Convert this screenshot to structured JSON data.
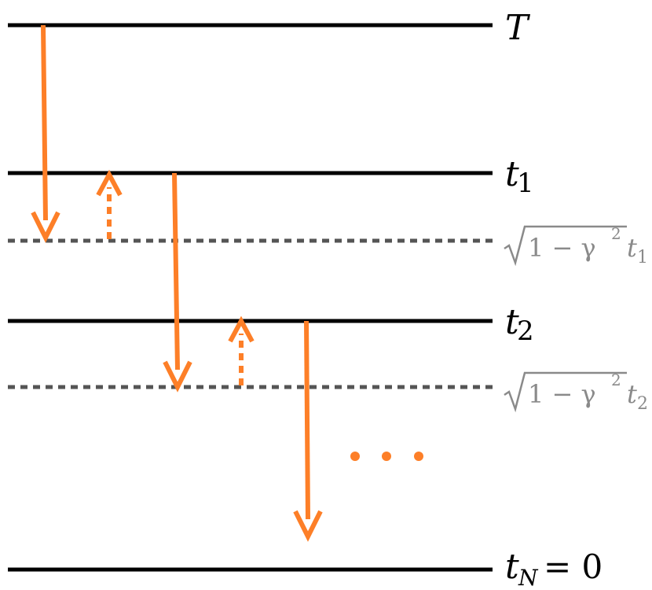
{
  "levels": {
    "T": {
      "label": "T"
    },
    "t1": {
      "base": "t",
      "sub": "1"
    },
    "t2": {
      "base": "t",
      "sub": "2"
    },
    "tN": {
      "base": "t",
      "sub": "N",
      "equals": "= 0"
    }
  },
  "intermediate_levels": {
    "level1": {
      "sqrt_content": "1 − γ",
      "exp": "2",
      "base": "t",
      "sub": "1"
    },
    "level2": {
      "sqrt_content": "1 − γ",
      "exp": "2",
      "base": "t",
      "sub": "2"
    }
  },
  "ellipsis": "…",
  "colors": {
    "level_line": "#000000",
    "intermediate_line": "#555555",
    "arrow": "#fd7f28",
    "gray_label": "#8a8a8a"
  }
}
